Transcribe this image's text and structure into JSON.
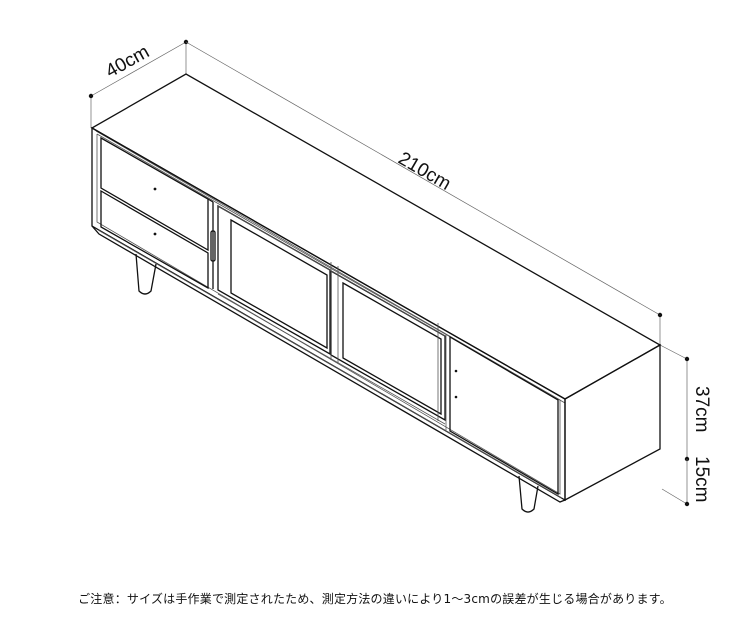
{
  "dimensions": {
    "depth": "40cm",
    "width": "210cm",
    "height": "37cm",
    "leg_height": "15cm"
  },
  "note": "ご注意：サイズは手作業で測定されたため、測定方法の違いにより1～3cmの誤差が生じる場合があります。"
}
